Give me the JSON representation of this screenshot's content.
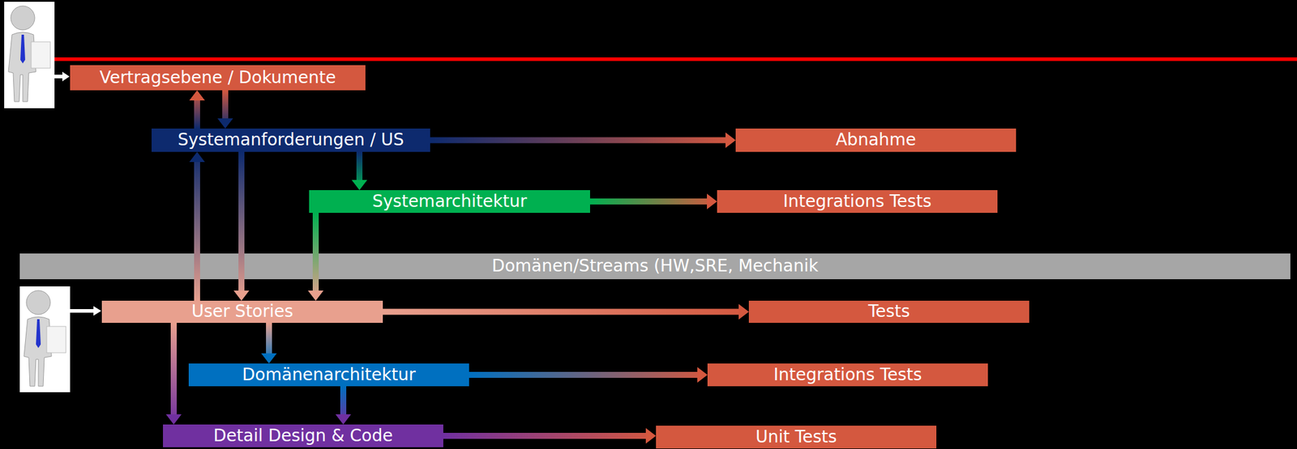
{
  "diagram": {
    "nodes": [
      {
        "text": [
          "Vertragsebene / Dokumente"
        ]
      },
      {
        "text": [
          "Systemanforderungen / US"
        ]
      },
      {
        "text": [
          "Abnahme"
        ]
      },
      {
        "text": [
          "Systemarchitektur"
        ]
      },
      {
        "text": [
          "Integrations Tests"
        ]
      },
      {
        "text": [
          "Domänen/Streams (HW,SRE, Mechanik"
        ]
      },
      {
        "text": [
          "User Stories"
        ]
      },
      {
        "text": [
          "Tests"
        ]
      },
      {
        "text": [
          "Domänenarchitektur"
        ]
      },
      {
        "text": [
          "Integrations Tests"
        ]
      },
      {
        "text": [
          "Detail Design & Code"
        ]
      },
      {
        "text": [
          "Unit Tests"
        ]
      }
    ],
    "edges": [
      {
        "from": 0,
        "to": 1,
        "arrow": "to"
      },
      {
        "from": 1,
        "to": 0,
        "arrow": "to"
      },
      {
        "from": 1,
        "to": 2,
        "arrow": "to"
      },
      {
        "from": 1,
        "to": 3,
        "arrow": "to"
      },
      {
        "from": 3,
        "to": 4,
        "arrow": "to"
      },
      {
        "from": 6,
        "to": 1,
        "arrow": "to"
      },
      {
        "from": 1,
        "to": 6,
        "arrow": "to"
      },
      {
        "from": 3,
        "to": 6,
        "arrow": "to"
      },
      {
        "from": 6,
        "to": 7,
        "arrow": "to"
      },
      {
        "from": 6,
        "to": 8,
        "arrow": "to"
      },
      {
        "from": 6,
        "to": 10,
        "arrow": "to"
      },
      {
        "from": 8,
        "to": 9,
        "arrow": "to"
      },
      {
        "from": 8,
        "to": 10,
        "arrow": "to"
      },
      {
        "from": 10,
        "to": 11,
        "arrow": "to"
      }
    ]
  }
}
